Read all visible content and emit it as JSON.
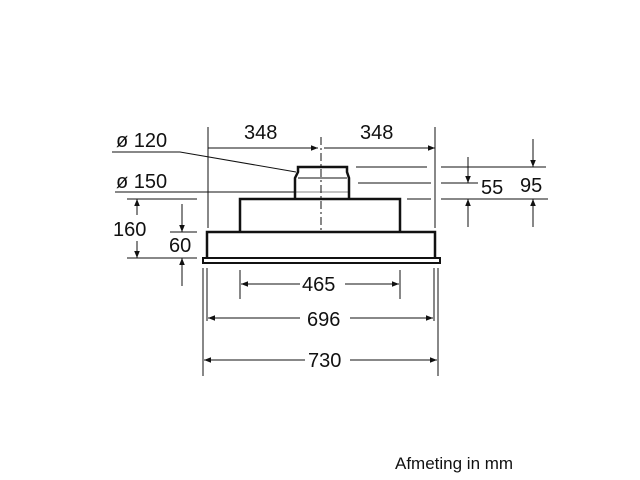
{
  "drawing": {
    "diameter_labels": [
      "ø 120",
      "ø 150"
    ],
    "dimensions": {
      "half_left": "348",
      "half_right": "348",
      "height_total": "160",
      "height_lower": "60",
      "collar_55": "55",
      "collar_95": "95",
      "width_465": "465",
      "width_696": "696",
      "width_730": "730"
    },
    "caption": "Afmeting in mm"
  }
}
